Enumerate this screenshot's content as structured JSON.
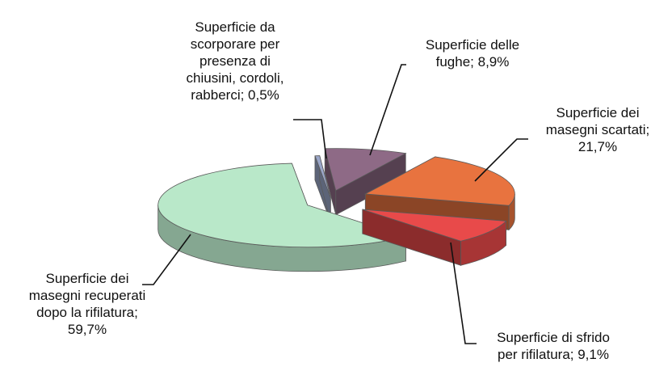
{
  "chart_data": {
    "type": "pie",
    "title": "",
    "slices": [
      {
        "label_lines": [
          "Superficie dei",
          "masegni recuperati",
          "dopo la rifilatura;",
          "59,7%"
        ],
        "value": 59.7,
        "color": "#b9e8c9"
      },
      {
        "label_lines": [
          "Superficie da",
          "scorporare per",
          "presenza di",
          "chiusini, cordoli,",
          "rabberci; 0,5%"
        ],
        "value": 0.5,
        "color": "#9aa6c8"
      },
      {
        "label_lines": [
          "Superficie delle",
          "fughe; 8,9%"
        ],
        "value": 8.9,
        "color": "#8e6a86"
      },
      {
        "label_lines": [
          "Superficie dei",
          "masegni scartati;",
          "21,7%"
        ],
        "value": 21.7,
        "color": "#e8733f"
      },
      {
        "label_lines": [
          "Superficie di sfrido",
          "per rifilatura; 9,1%"
        ],
        "value": 9.1,
        "color": "#e84a4a"
      }
    ]
  }
}
